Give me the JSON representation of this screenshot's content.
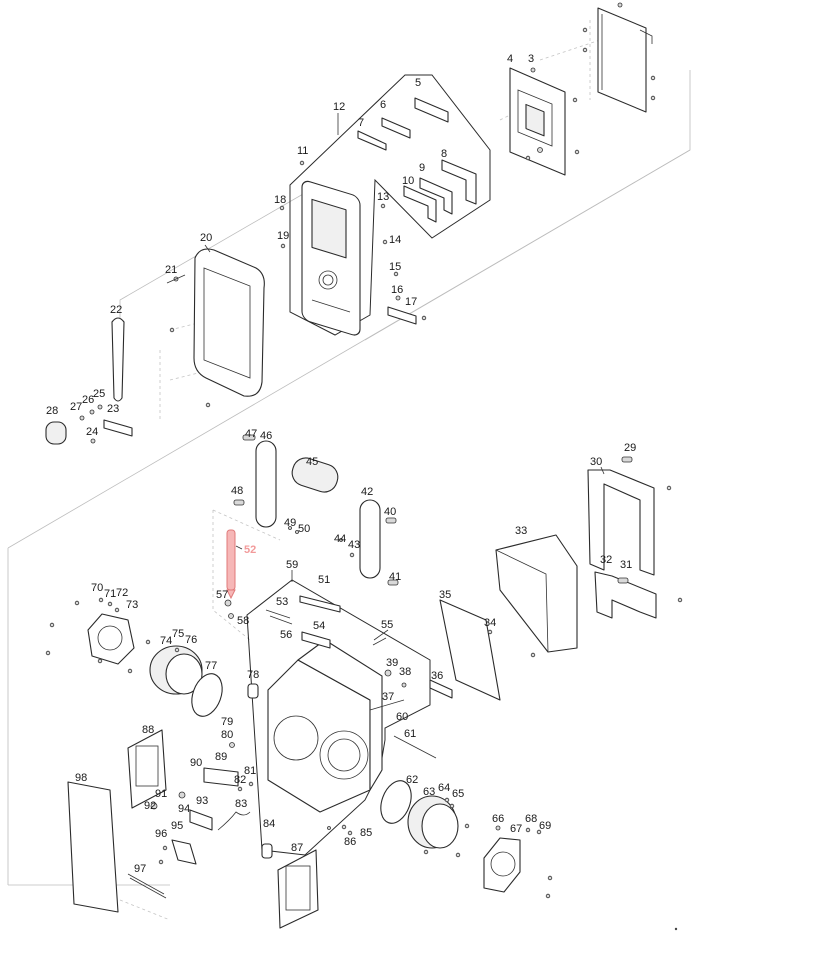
{
  "highlighted_part": "52",
  "colors": {
    "highlight": "#f29a9a",
    "line": "#2b2b2b",
    "guide": "#bdbdbd"
  },
  "labels": {
    "l1": "3",
    "l2": "4",
    "l3": "5",
    "l4": "6",
    "l5": "7",
    "l6": "8",
    "l7": "9",
    "l8": "10",
    "l9": "11",
    "l10": "12",
    "l11": "13",
    "l12": "14",
    "l13": "15",
    "l14": "16",
    "l15": "17",
    "l16": "18",
    "l17": "19",
    "l18": "20",
    "l19": "21",
    "l20": "22",
    "l21": "23",
    "l22": "24",
    "l23": "25",
    "l24": "26",
    "l25": "27",
    "l26": "28",
    "l27": "29",
    "l28": "30",
    "l29": "31",
    "l30": "32",
    "l31": "33",
    "l32": "34",
    "l33": "35",
    "l34": "36",
    "l35": "37",
    "l36": "38",
    "l37": "39",
    "l38": "40",
    "l39": "41",
    "l40": "42",
    "l41": "43",
    "l42": "44",
    "l43": "45",
    "l44": "46",
    "l45": "47",
    "l46": "48",
    "l47": "49",
    "l48": "50",
    "l49": "51",
    "l50": "52",
    "l51": "53",
    "l52": "54",
    "l53": "55",
    "l54": "56",
    "l55": "57",
    "l56": "58",
    "l57": "59",
    "l58": "60",
    "l59": "61",
    "l60": "62",
    "l61": "63",
    "l62": "64",
    "l63": "65",
    "l64": "66",
    "l65": "67",
    "l66": "68",
    "l67": "69",
    "l68": "70",
    "l69": "71",
    "l70": "72",
    "l71": "73",
    "l72": "74",
    "l73": "75",
    "l74": "76",
    "l75": "77",
    "l76": "78",
    "l77": "79",
    "l78": "80",
    "l79": "81",
    "l80": "82",
    "l81": "83",
    "l82": "84",
    "l83": "85",
    "l84": "86",
    "l85": "87",
    "l86": "88",
    "l87": "89",
    "l88": "90",
    "l89": "91",
    "l90": "92",
    "l91": "93",
    "l92": "94",
    "l93": "95",
    "l94": "96",
    "l95": "97",
    "l96": "98"
  }
}
